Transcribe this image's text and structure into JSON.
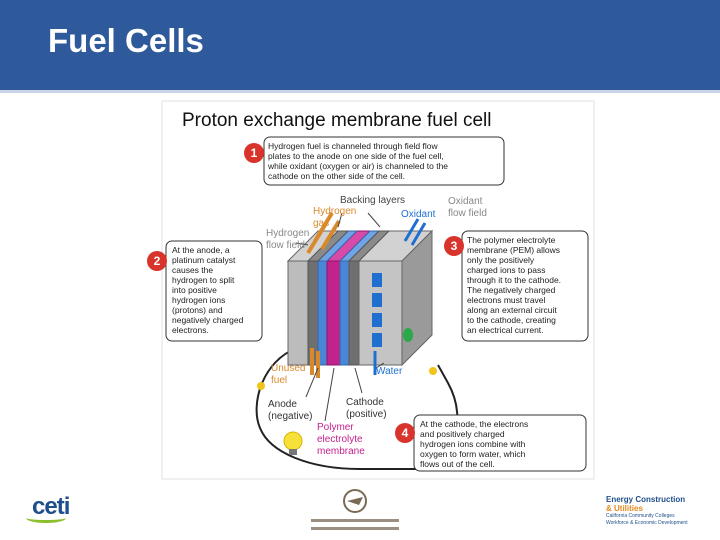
{
  "slide": {
    "title": "Fuel Cells"
  },
  "diagram": {
    "title": "Proton exchange membrane fuel cell",
    "steps": [
      {
        "number": "1",
        "lines": [
          "Hydrogen fuel is channeled through field flow",
          "plates to the anode on one side of the fuel cell,",
          "while oxidant (oxygen or air) is channeled to the",
          "cathode on the other side of the cell."
        ]
      },
      {
        "number": "2",
        "lines": [
          "At the anode, a",
          "platinum catalyst",
          "causes the",
          "hydrogen to split",
          "into positive",
          "hydrogen ions",
          "(protons) and",
          "negatively charged",
          "electrons."
        ]
      },
      {
        "number": "3",
        "lines": [
          "The polymer electrolyte",
          "membrane (PEM) allows",
          "only the positively",
          "charged ions to pass",
          "through it to the cathode.",
          "The negatively charged",
          "electrons must travel",
          "along an external circuit",
          "to the cathode, creating",
          "an electrical current."
        ]
      },
      {
        "number": "4",
        "lines": [
          "At the cathode, the electrons",
          "and positively charged",
          "hydrogen ions combine with",
          "oxygen to form water, which",
          "flows out of the cell."
        ]
      }
    ],
    "labels": {
      "backing_layers": "Backing layers",
      "hydrogen_gas": [
        "Hydrogen",
        "gas"
      ],
      "hydrogen_flow_field": [
        "Hydrogen",
        "flow field"
      ],
      "oxidant": "Oxidant",
      "oxidant_flow_field": [
        "Oxidant",
        "flow field"
      ],
      "unused_fuel": [
        "Unused",
        "fuel"
      ],
      "water": "Water",
      "anode": [
        "Anode",
        "(negative)"
      ],
      "cathode": [
        "Cathode",
        "(positive)"
      ],
      "membrane": [
        "Polymer",
        "electrolyte",
        "membrane"
      ]
    },
    "colors": {
      "accent_red": "#d9342b",
      "hydrogen_orange": "#d9892b",
      "membrane_magenta": "#c2228c",
      "oxidant_blue": "#1f6fd1",
      "plate_gray": "#a8a8a8",
      "layer_blue": "#4a86d8"
    }
  },
  "footer": {
    "ceti_brand": "ceti",
    "ecu_line1": "Energy Construction",
    "ecu_line2": "& Utilities",
    "ecu_line3": "California Community Colleges",
    "ecu_line4": "Workforce & Economic Development"
  }
}
